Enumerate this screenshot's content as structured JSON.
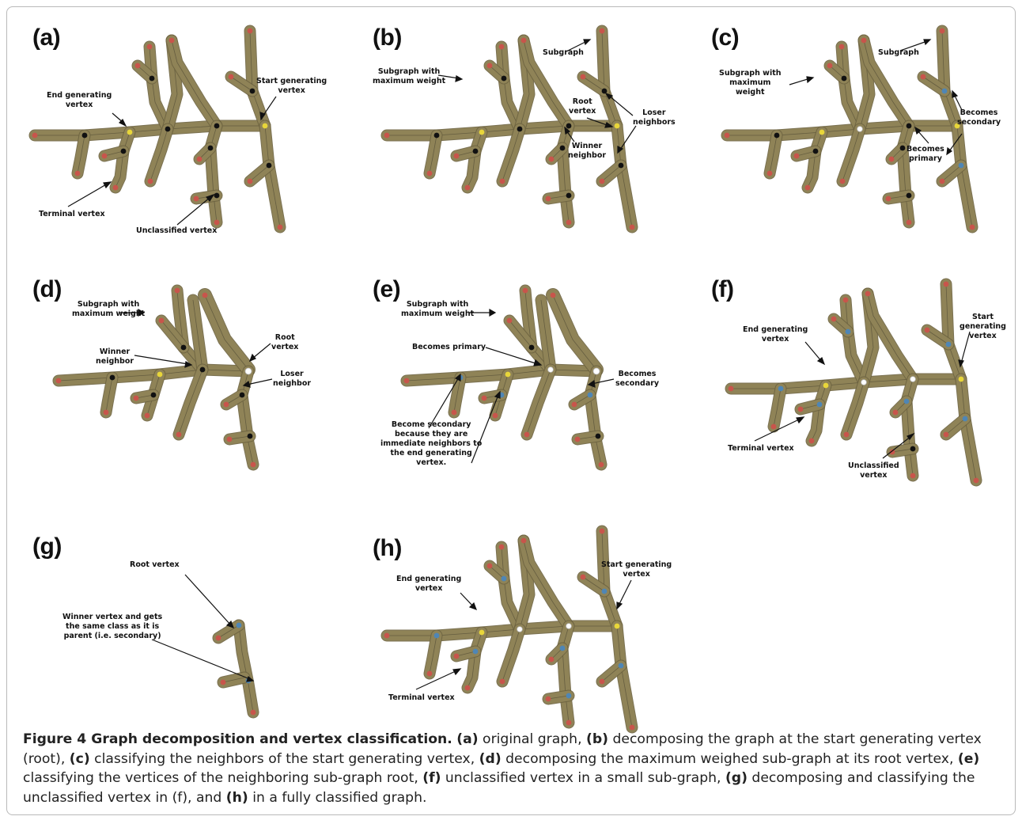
{
  "panels": [
    {
      "id": "a",
      "label": "(a)",
      "annotations": [
        "End generating\nvertex",
        "Start generating\nvertex",
        "Terminal vertex",
        "Unclassified vertex"
      ]
    },
    {
      "id": "b",
      "label": "(b)",
      "annotations": [
        "Subgraph",
        "Subgraph with\nmaximum weight",
        "Root\nvertex",
        "Loser\nneighbors",
        "Winner\nneighbor"
      ]
    },
    {
      "id": "c",
      "label": "(c)",
      "annotations": [
        "Subgraph",
        "Subgraph with\nmaximum\nweight",
        "Becomes\nsecondary",
        "Becomes\nprimary"
      ]
    },
    {
      "id": "d",
      "label": "(d)",
      "annotations": [
        "Subgraph with\nmaximum weight",
        "Root\nvertex",
        "Winner\nneighbor",
        "Loser\nneighbor"
      ]
    },
    {
      "id": "e",
      "label": "(e)",
      "annotations": [
        "Subgraph with\nmaximum weight",
        "Becomes primary",
        "Becomes\nsecondary",
        "Become secondary\nbecause they are\nimmediate neighbors to\nthe end generating\nvertex."
      ]
    },
    {
      "id": "f",
      "label": "(f)",
      "annotations": [
        "End generating\nvertex",
        "Start generating\nvertex",
        "Terminal vertex",
        "Unclassified\nvertex"
      ]
    },
    {
      "id": "g",
      "label": "(g)",
      "annotations": [
        "Root vertex",
        "Winner vertex and gets\nthe same class as it is\nparent (i.e. secondary)"
      ]
    },
    {
      "id": "h",
      "label": "(h)",
      "annotations": [
        "End generating\nvertex",
        "Start generating\nvertex",
        "Terminal vertex"
      ]
    }
  ],
  "caption": {
    "title": "Figure 4 Graph decomposition and vertex classification.",
    "parts": [
      {
        "label": "(a)",
        "text": " original graph, "
      },
      {
        "label": "(b)",
        "text": " decomposing the graph at the start generating vertex (root), "
      },
      {
        "label": "(c)",
        "text": " classifying the neighbors of the start generating vertex, "
      },
      {
        "label": "(d)",
        "text": " decomposing the maximum weighed sub-graph at its root vertex, "
      },
      {
        "label": "(e)",
        "text": " classifying the vertices of the neighboring sub-graph root, "
      },
      {
        "label": "(f)",
        "text": " unclassified vertex in a small sub-graph, "
      },
      {
        "label": "(g)",
        "text": " decomposing and classifying the unclassified vertex in (f), and "
      },
      {
        "label": "(h)",
        "text": " in a fully classified graph."
      }
    ]
  },
  "colors": {
    "branch": "#8f8357",
    "branch_edge": "#6d6340",
    "terminal": "#c8554b",
    "yellow": "#e8d63a",
    "blue": "#4f86b5",
    "black": "#111111",
    "white": "#ffffff"
  }
}
